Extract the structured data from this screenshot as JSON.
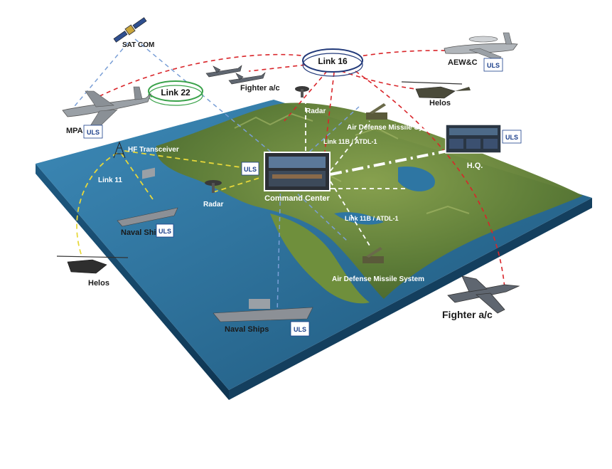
{
  "labels": {
    "sat_com": "SAT COM",
    "link16": "Link 16",
    "link22": "Link 22",
    "link11": "Link 11",
    "aewc": "AEW&C",
    "fighter_top": "Fighter a/c",
    "fighter_bottom": "Fighter a/c",
    "mpa": "MPA",
    "helos_top": "Helos",
    "helos_left": "Helos",
    "radar_top": "Radar",
    "radar_left": "Radar",
    "hf_transceiver": "HF Transceiver",
    "air_defense_top": "Air Defense Missile System",
    "air_defense_bottom": "Air Defense Missile System",
    "link11b_top": "Link 11B / ATDL-1",
    "link11b_bottom": "Link 11B / ATDL-1",
    "hq": "H.Q.",
    "command_center": "Command Center",
    "naval_ships_left": "Naval Ships",
    "naval_ships_bottom": "Naval Ships",
    "uls_logo_text": "ULS"
  },
  "colors": {
    "link16": "#d9252a",
    "link22": "#3aa24a",
    "satcom": "#7a9fd6",
    "link11": "#e7d83a",
    "link11b": "#ffffff",
    "water": "#2a6f9b",
    "land": "#6b8a3a"
  },
  "icons": [
    "satellite-icon",
    "aircraft-icon",
    "helicopter-icon",
    "ship-icon",
    "radar-icon",
    "antenna-icon",
    "missile-launcher-icon",
    "uls-logo"
  ]
}
